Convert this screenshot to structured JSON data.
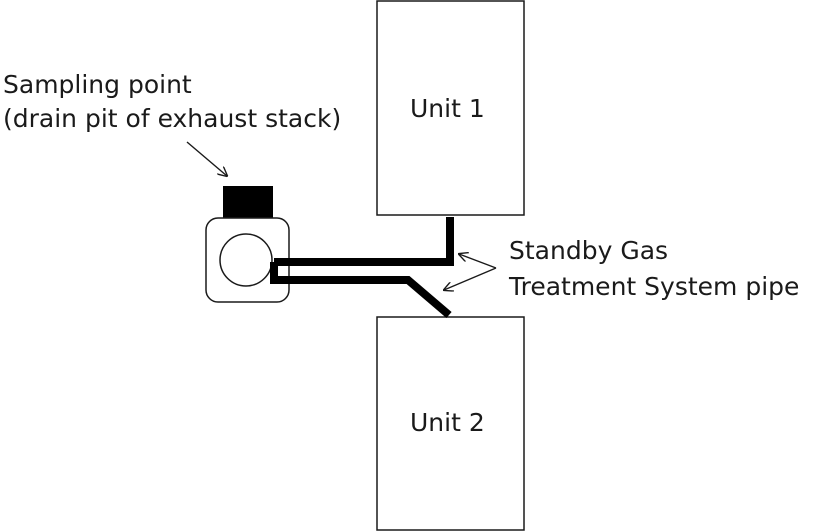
{
  "units": {
    "unit1": "Unit 1",
    "unit2": "Unit 2"
  },
  "sampling_point": {
    "line1": "Sampling point",
    "line2": "(drain pit of exhaust stack)"
  },
  "pipe_label": {
    "line1": "Standby Gas",
    "line2": "Treatment System pipe"
  },
  "colors": {
    "stroke": "#1a1a1a",
    "background": "#ffffff"
  }
}
